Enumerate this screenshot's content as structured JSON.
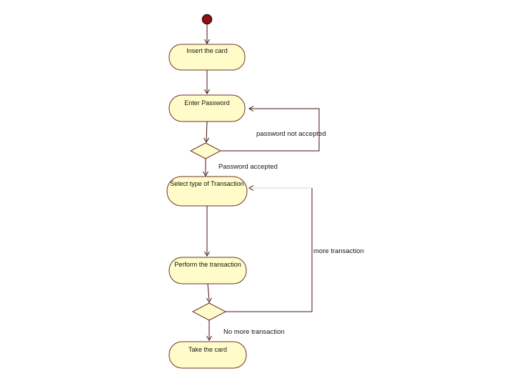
{
  "diagram": {
    "nodes": {
      "insert_card": "Insert the card",
      "enter_password": "Enter Password",
      "select_transaction": "Select type of Transaction",
      "perform_transaction": "Perform the transaction",
      "take_card": "Take the card"
    },
    "edge_labels": {
      "password_not_accepted": "password not accepted",
      "password_accepted": "Password accepted",
      "more_transaction": "more transaction",
      "no_more_transaction": "No more transaction"
    },
    "colors": {
      "background": "#ffffff",
      "node_fill": "#fffcc9",
      "node_border": "#6e3226",
      "edge": "#43100c",
      "edge_faint": "#e4cfc8",
      "start_fill": "#8e1313",
      "start_border": "#470606",
      "text": "#141414"
    }
  }
}
